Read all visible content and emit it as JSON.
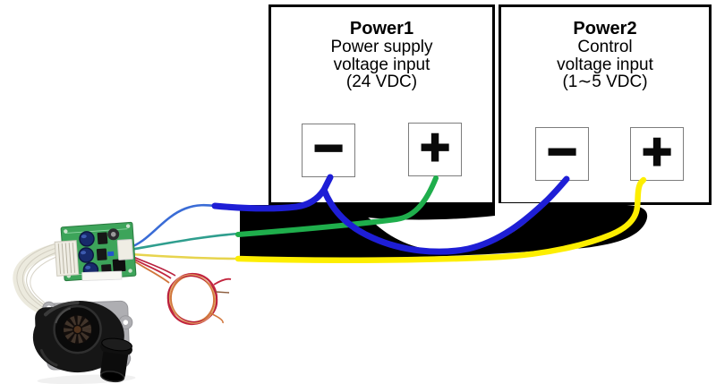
{
  "power1": {
    "title": "Power1",
    "line1": "Power supply",
    "line2": "voltage input",
    "line3": "(24 VDC)",
    "minus_label": "−",
    "plus_label": "+"
  },
  "power2": {
    "title": "Power2",
    "line1": "Control",
    "line2": "voltage input",
    "line3": "(1∼5 VDC)",
    "minus_label": "−",
    "plus_label": "+"
  },
  "wires": {
    "power_supply_minus": {
      "color": "#1e1ed6",
      "thin_color": "#3a6cd6"
    },
    "power_supply_plus": {
      "color": "#1fae4c",
      "thin_color": "#2f9e8e"
    },
    "control_minus": {
      "color": "#1e1ed6"
    },
    "control_plus": {
      "color": "#fdee00",
      "thin_color": "#e7d44e"
    }
  },
  "cable_bundle": {
    "color": "#000000"
  },
  "hardware": {
    "pcb": {
      "board_color": "#3da45a",
      "capacitor_color": "#172a6b",
      "connector_color": "#efede4"
    },
    "blower": {
      "body_color": "#161616",
      "plate_color": "#aeaeb2"
    },
    "ribbon_cable": {
      "color": "#eceade"
    },
    "loose_wires": {
      "red": "#c2253e",
      "orange": "#d1763c"
    }
  }
}
